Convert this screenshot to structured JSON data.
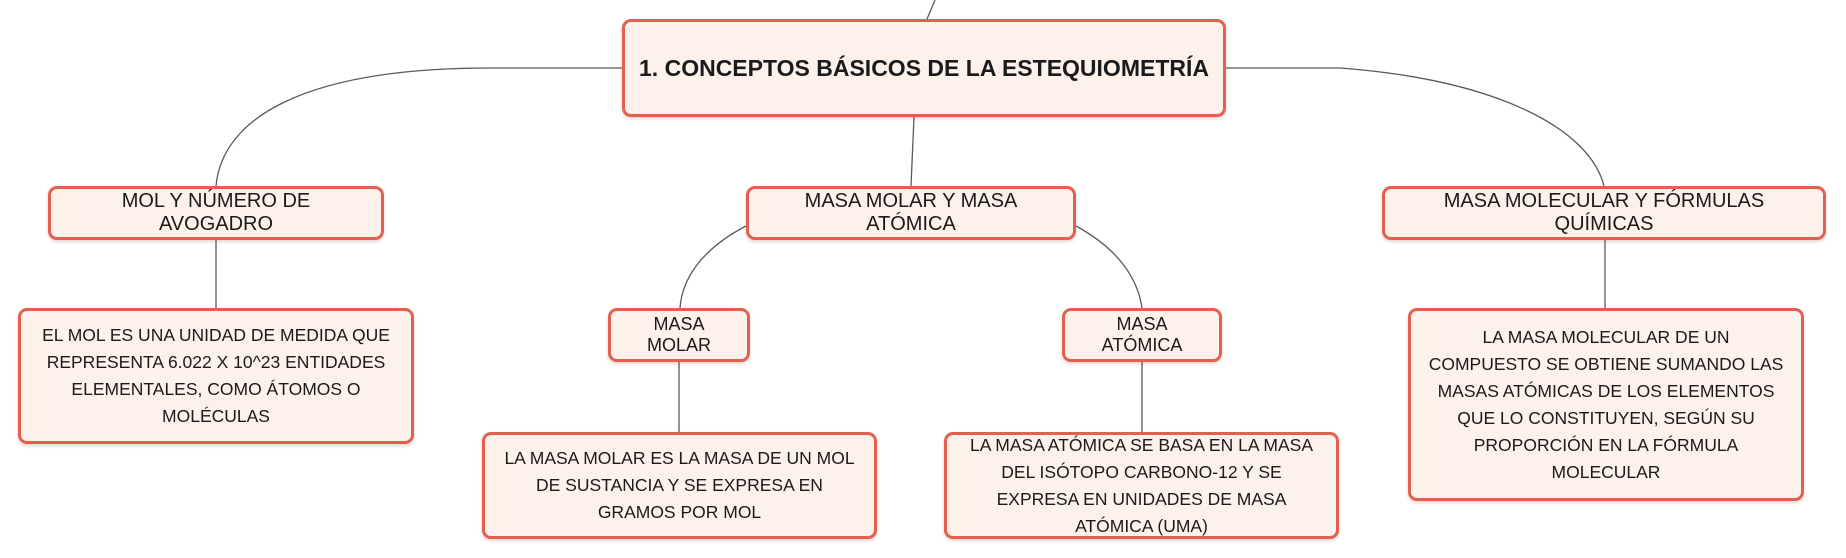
{
  "colors": {
    "node_border": "#e2604f",
    "node_fill": "#fdf1ec",
    "connector": "#5a5a5a"
  },
  "diagram": {
    "root": "1. CONCEPTOS BÁSICOS DE LA ESTEQUIOMETRÍA",
    "mol_avogadro": {
      "title": "MOL Y NÚMERO DE AVOGADRO",
      "detail": "EL MOL ES UNA UNIDAD DE MEDIDA QUE REPRESENTA 6.022 X 10^23 ENTIDADES ELEMENTALES, COMO ÁTOMOS O MOLÉCULAS"
    },
    "masa_molar_atomica": {
      "title": "MASA MOLAR Y MASA ATÓMICA",
      "masa_molar": {
        "title": "MASA MOLAR",
        "detail": "LA MASA MOLAR ES LA MASA DE UN MOL DE SUSTANCIA Y SE EXPRESA EN GRAMOS POR MOL"
      },
      "masa_atomica": {
        "title": "MASA ATÓMICA",
        "detail": "LA MASA ATÓMICA SE BASA EN LA MASA DEL ISÓTOPO CARBONO-12 Y SE EXPRESA EN UNIDADES DE MASA ATÓMICA (UMA)"
      }
    },
    "masa_molecular": {
      "title": "MASA MOLECULAR Y FÓRMULAS QUÍMICAS",
      "detail": "LA MASA MOLECULAR DE UN COMPUESTO SE OBTIENE SUMANDO LAS MASAS ATÓMICAS DE LOS ELEMENTOS QUE LO CONSTITUYEN, SEGÚN SU PROPORCIÓN EN LA FÓRMULA MOLECULAR"
    }
  }
}
